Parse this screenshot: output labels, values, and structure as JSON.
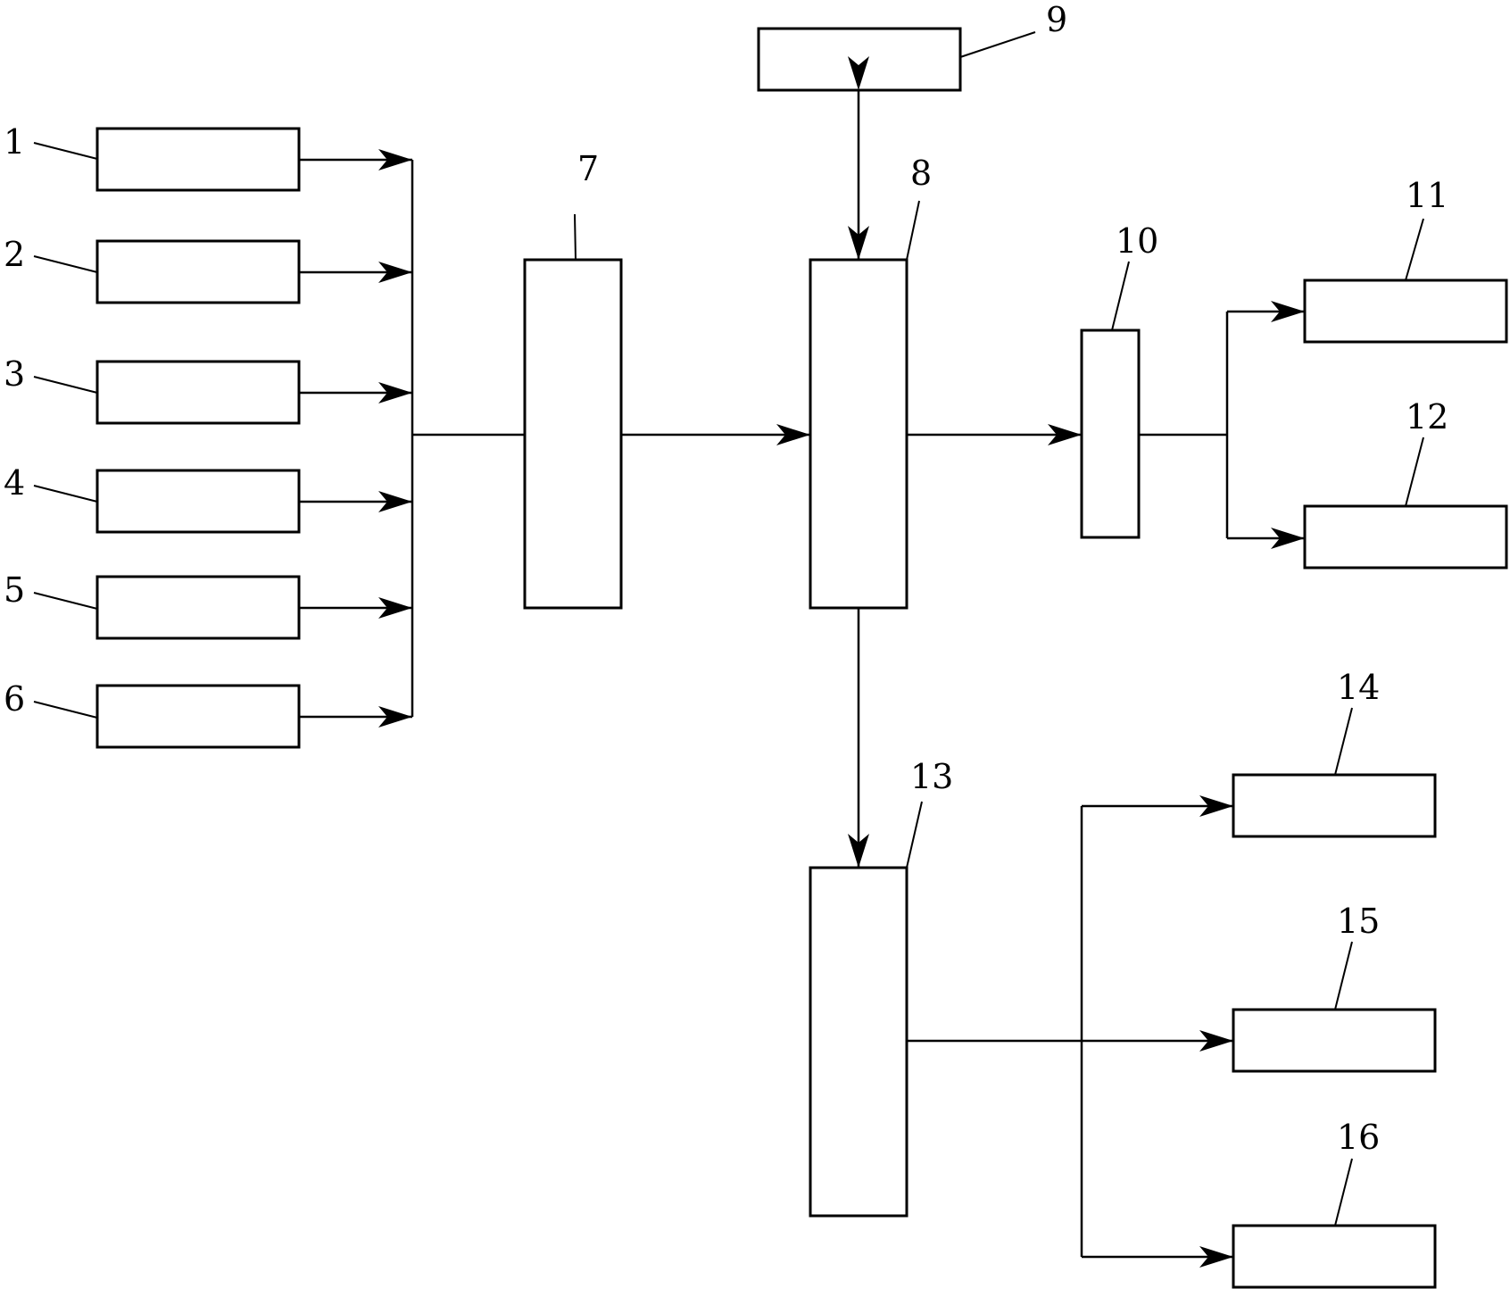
{
  "labels": {
    "l1": "1",
    "l2": "2",
    "l3": "3",
    "l4": "4",
    "l5": "5",
    "l6": "6",
    "l7": "7",
    "l8": "8",
    "l9": "9",
    "l10": "10",
    "l11": "11",
    "l12": "12",
    "l13": "13",
    "l14": "14",
    "l15": "15",
    "l16": "16"
  },
  "colors": {
    "line": "#000000",
    "background": "#ffffff"
  }
}
